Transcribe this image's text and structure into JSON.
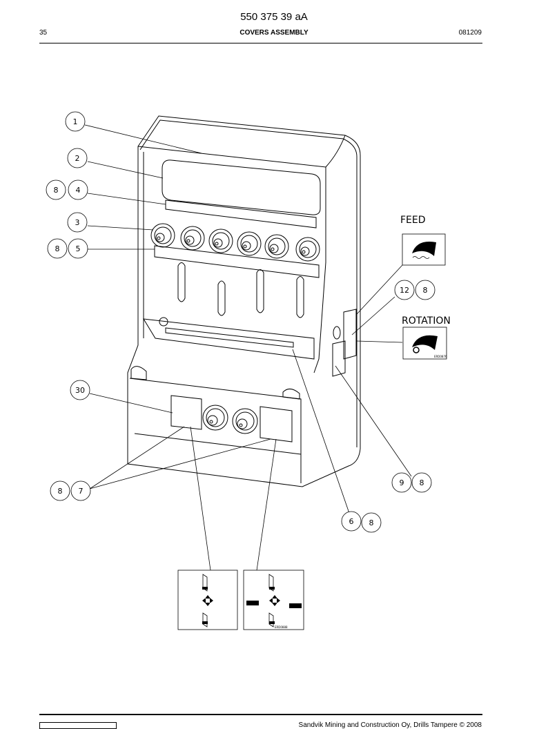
{
  "header": {
    "doc_number": "550 375 39 aA",
    "page_number": "35",
    "section_title": "COVERS ASSEMBLY",
    "date_code": "081209"
  },
  "callouts": [
    "1",
    "2",
    "8",
    "4",
    "3",
    "8",
    "5",
    "30",
    "8",
    "7",
    "12",
    "8",
    "9",
    "8",
    "6",
    "8"
  ],
  "decals": {
    "feed_label": "FEED",
    "rotation_label": "ROTATION",
    "rotation_code": "ERD0876",
    "control_code": "ERD0888"
  },
  "footer": {
    "copyright": "Sandvik Mining and Construction Oy, Drills Tampere © 2008"
  }
}
